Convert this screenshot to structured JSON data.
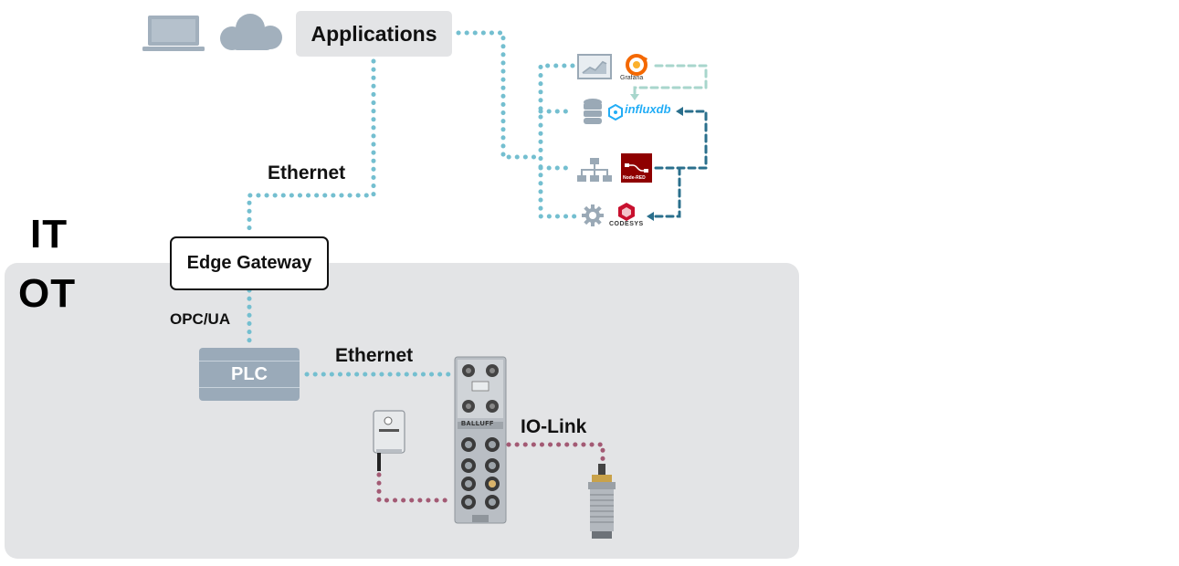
{
  "zones": {
    "it_label": "IT",
    "ot_label": "OT"
  },
  "applications": {
    "label": "Applications"
  },
  "edge_gateway": {
    "label": "Edge Gateway"
  },
  "plc": {
    "label": "PLC"
  },
  "connections": {
    "ethernet_top": "Ethernet",
    "opcua": "OPC/UA",
    "ethernet_bottom": "Ethernet",
    "iolink": "IO-Link"
  },
  "tools": {
    "grafana": "Grafana",
    "influxdb": "influxdb",
    "nodered": "Node-RED",
    "codesys": "CODESYS"
  },
  "devices": {
    "master_brand": "BALLUFF"
  },
  "colors": {
    "it_line": "#74bfd0",
    "dark_line": "#2a6f8c",
    "light_line": "#a8d6cc",
    "iolink_line": "#a35a74",
    "zone_bg": "#e3e4e6"
  }
}
